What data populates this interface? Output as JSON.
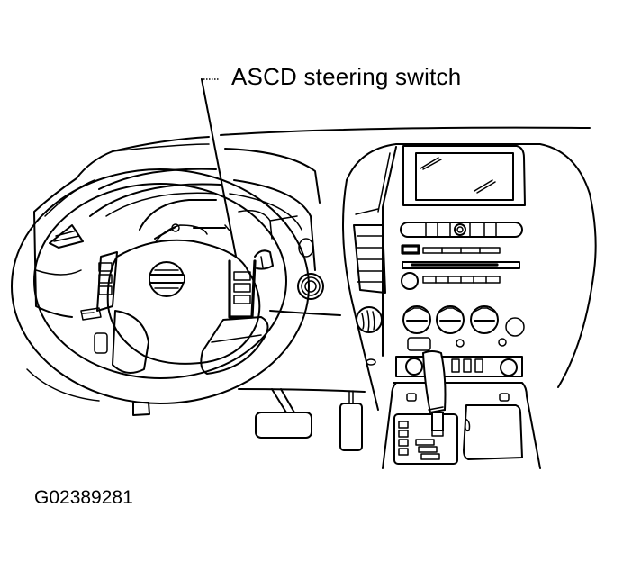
{
  "diagram": {
    "callout": {
      "label": "ASCD steering switch",
      "target": "ASCD steering switch on right spoke of steering wheel"
    },
    "figure_id": "G02389281",
    "components": [
      "steering-wheel",
      "airbag-with-nissan-emblem",
      "left-steering-switches",
      "ascd-steering-switch",
      "instrument-cluster",
      "dashboard",
      "center-console-display",
      "audio-unit",
      "climate-control-knobs",
      "air-vent",
      "shift-lever",
      "brake-pedal",
      "accelerator-pedal",
      "parking-brake-pedal"
    ],
    "colors": {
      "line": "#000000",
      "background": "#ffffff"
    }
  }
}
